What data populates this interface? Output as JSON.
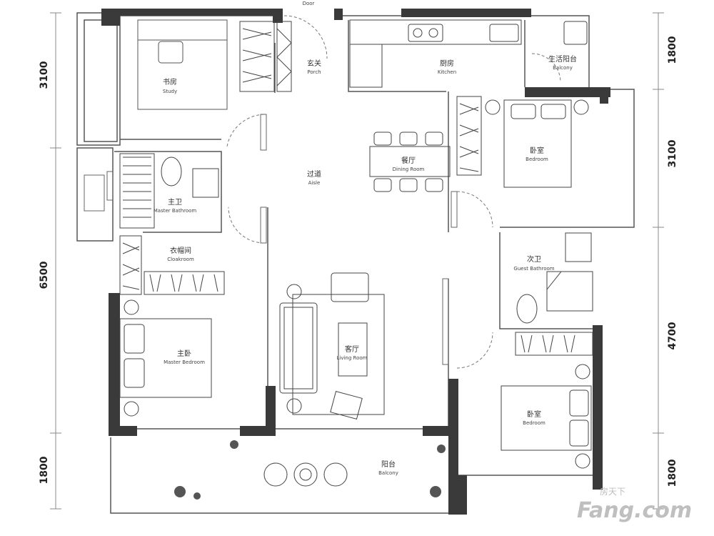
{
  "rooms": {
    "door": {
      "en": "Door"
    },
    "porch": {
      "zh": "玄关",
      "en": "Porch"
    },
    "study": {
      "zh": "书房",
      "en": "Study"
    },
    "kitchen": {
      "zh": "厨房",
      "en": "Kitchen"
    },
    "service_balcony": {
      "zh": "生活阳台",
      "en": "Balcony"
    },
    "dining": {
      "zh": "餐厅",
      "en": "Dining Room"
    },
    "aisle": {
      "zh": "过道",
      "en": "Aisle"
    },
    "bedroom_ne": {
      "zh": "卧室",
      "en": "Bedroom"
    },
    "master_bath": {
      "zh": "主卫",
      "en": "Master Bathroom"
    },
    "cloakroom": {
      "zh": "衣帽间",
      "en": "Cloakroom"
    },
    "guest_bath": {
      "zh": "次卫",
      "en": "Guest Bathroom"
    },
    "master_bedroom": {
      "zh": "主卧",
      "en": "Master Bedroom"
    },
    "living": {
      "zh": "客厅",
      "en": "Living Room"
    },
    "bedroom_se": {
      "zh": "卧室",
      "en": "Bedroom"
    },
    "balcony": {
      "zh": "阳台",
      "en": "Balcony"
    }
  },
  "dimensions": {
    "left": [
      "3100",
      "6500",
      "1800"
    ],
    "right": [
      "1800",
      "3100",
      "4700",
      "1800"
    ]
  },
  "colors": {
    "wall": "#3a3a3a",
    "line": "#555555",
    "door_swing": "#777777"
  },
  "watermark": {
    "small": "房天下",
    "large": "Fang.com"
  }
}
